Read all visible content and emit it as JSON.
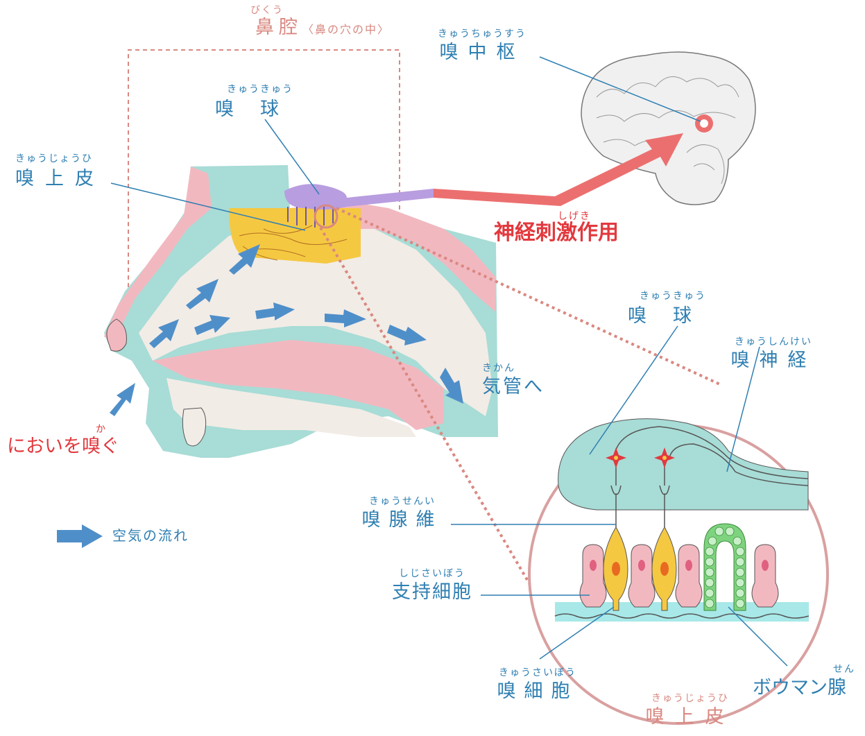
{
  "labels": {
    "bikuu": {
      "ruby": "びくう",
      "text": "鼻腔",
      "note": "〈鼻の穴の中〉"
    },
    "kyuuchuusuu": {
      "ruby": "きゅうちゅうすう",
      "text": "嗅中枢"
    },
    "kyuukyuu_top": {
      "ruby": "きゅうきゅう",
      "text": "嗅球"
    },
    "kyuujouhi_left": {
      "ruby": "きゅうじょうひ",
      "text": "嗅上皮"
    },
    "shinkei_shigeki": {
      "ruby": "しげき",
      "text": "神経刺激作用"
    },
    "kikan": {
      "ruby": "きかん",
      "text": "気管へ"
    },
    "nioi": {
      "ruby": "か",
      "text": "においを嗅ぐ"
    },
    "legend": {
      "text": "空気の流れ"
    },
    "kyuukyuu_right": {
      "ruby": "きゅうきゅう",
      "text": "嗅球"
    },
    "kyuushinkei": {
      "ruby": "きゅうしんけい",
      "text": "嗅神経"
    },
    "kyuusenni": {
      "ruby": "きゅうせんい",
      "text": "嗅腺維"
    },
    "shijisaibou": {
      "ruby": "しじさいぼう",
      "text": "支持細胞"
    },
    "kyuusaibou": {
      "ruby": "きゅうさいぼう",
      "text": "嗅細胞"
    },
    "bowman": {
      "ruby": "せん",
      "text": "ボウマン腺"
    },
    "kyuujouhi_bottom": {
      "ruby": "きゅうじょうひ",
      "text": "嗅上皮"
    }
  },
  "colors": {
    "label_blue": "#2f7fb2",
    "label_red": "#e2393e",
    "label_pink": "#d98880",
    "teal": "#a8dcd6",
    "pink": "#f2b8c0",
    "purple": "#b89de0",
    "yellow": "#f5c842",
    "arrow": "#4f8fc9",
    "brain_arrow": "#ec6f6f"
  }
}
